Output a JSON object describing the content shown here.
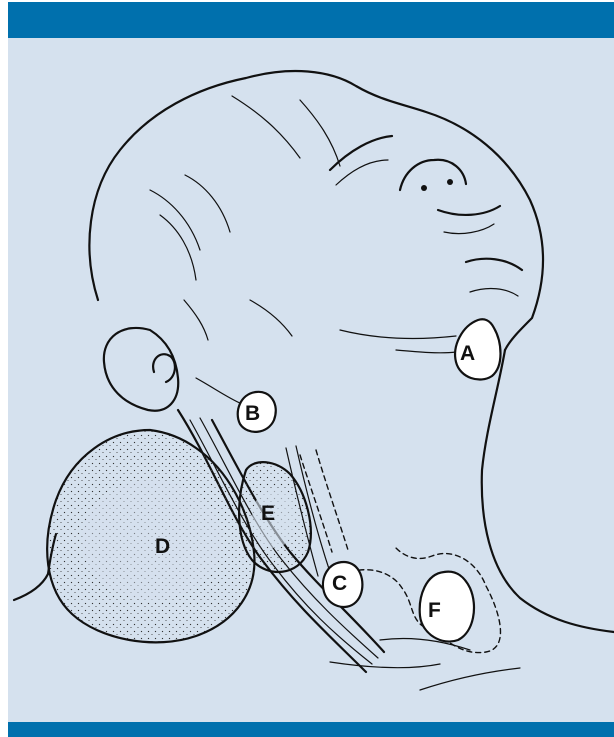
{
  "colors": {
    "bar": "#0070ad",
    "panel": "#d5e1ee",
    "ink": "#111111",
    "lump_fill": "#ffffff"
  },
  "labels": {
    "a": "A",
    "b": "B",
    "c": "C",
    "d": "D",
    "e": "E",
    "f": "F"
  }
}
